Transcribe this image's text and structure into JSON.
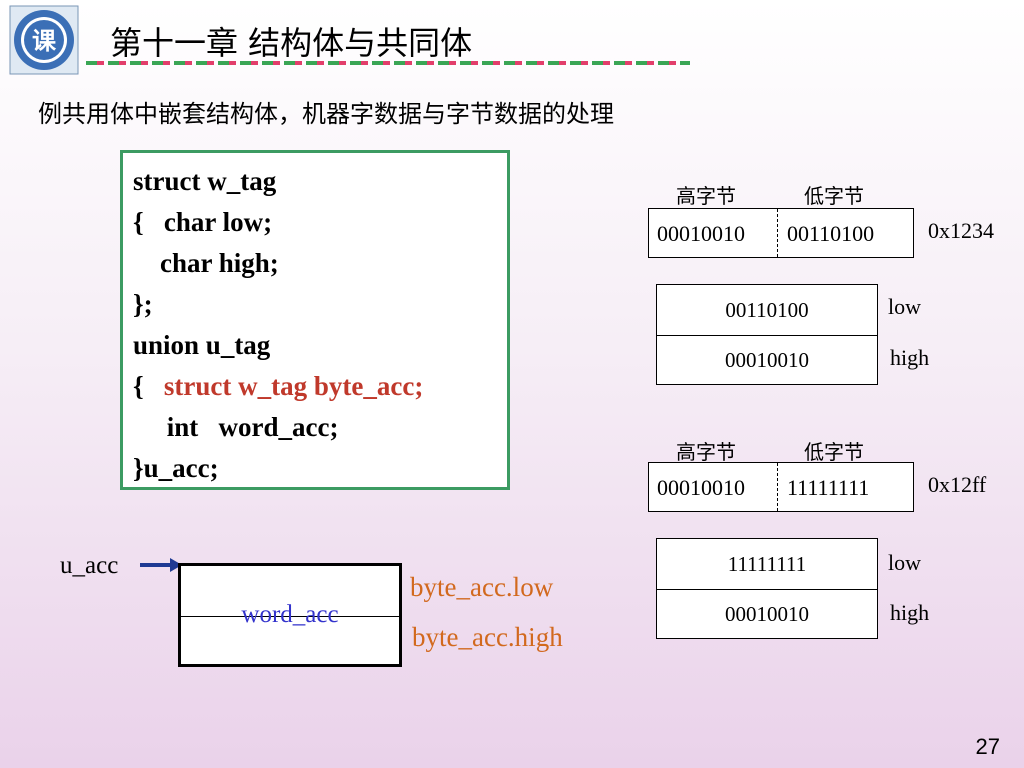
{
  "header": {
    "title": "第十一章   结构体与共同体",
    "logo_text": "课"
  },
  "subtitle": "例共用体中嵌套结构体，机器字数据与字节数据的处理",
  "code": [
    {
      "text": "struct w_tag"
    },
    {
      "text": "{   char low;"
    },
    {
      "text": "    char high;"
    },
    {
      "text": "};"
    },
    {
      "text": "union u_tag"
    },
    {
      "prefix": "{   ",
      "highlight": "struct w_tag byte_acc;"
    },
    {
      "text": "     int   word_acc;"
    },
    {
      "text": "}u_acc;"
    }
  ],
  "diagram1": {
    "high_label": "高字节",
    "low_label": "低字节",
    "high_byte": "00010010",
    "low_byte": "00110100",
    "hex": "0x1234",
    "mem_low": "00110100",
    "mem_high": "00010010",
    "low_tag": "low",
    "high_tag": "high"
  },
  "diagram2": {
    "high_label": "高字节",
    "low_label": "低字节",
    "high_byte": "00010010",
    "low_byte": "11111111",
    "hex": "0x12ff",
    "mem_low": "11111111",
    "mem_high": "00010010",
    "low_tag": "low",
    "high_tag": "high"
  },
  "memory": {
    "var_name": "u_acc",
    "word_label": "word_acc",
    "byte_low": "byte_acc.low",
    "byte_high": "byte_acc.high"
  },
  "page_number": "27",
  "colors": {
    "code_border": "#3c9b62",
    "highlight": "#c0392b",
    "byte_label": "#d2691e",
    "word_label": "#3333cc",
    "arrow": "#1f3a93"
  }
}
